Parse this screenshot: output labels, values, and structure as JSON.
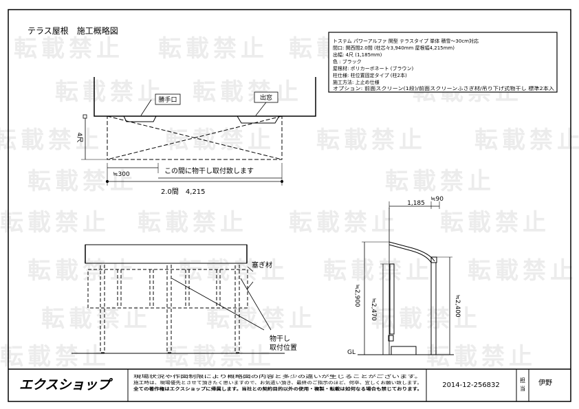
{
  "drawing_title": "テラス屋根　施工概略図",
  "watermark": "転載禁止",
  "spec": [
    "トステム パワーアルファ 関型 テラスタイプ 単体 積雪～30cm対応",
    "間口: 関西間2.0間 (柱芯々3,940mm 屋根幅4,215mm)",
    "出幅: 4尺 (1,185mm)",
    "色 : ブラック",
    "屋根材: ポリカーボネート (ブラウン)",
    "柱仕様: 柱位置固定タイプ (柱2本)",
    "施工方法: 上止め仕様",
    "オプション: 前面スクリーン(1段)/前面スクリーンふさぎ材/吊り下げ式物干し 標準2本入"
  ],
  "plan": {
    "door_label": "勝手口",
    "window_label": "出窓",
    "depth_label": "4尺",
    "offset_label": "≒300",
    "dryer_note": "この間に物干し取付致します",
    "width_label": "2.0間　4,215"
  },
  "front": {
    "closer_label": "塞ぎ材",
    "dryer_pos_label_1": "物干し",
    "dryer_pos_label_2": "取付位置"
  },
  "side": {
    "depth_label": "1,185",
    "eave_label": "≒90",
    "total_height_label": "≒2,900",
    "mid_height_label": "≒2,470",
    "front_height_label": "≒2,400",
    "ground_label": "GL"
  },
  "footer": {
    "logo": "エクスショップ",
    "note_1": "現場状況や作図制限により概略図の内容と多少の違いが生じることがございます。",
    "note_2": "施工時は、現場優先とさせて頂きたく思いますので、お気遣い頂き、最終のご指示のほど、何卒、宜しくお願い致します。",
    "note_3": "全ての著作権はエクスショップに帰属します。当社との契約目的以外の使用・複製・転載は如何なる場合も禁じております。",
    "doc_number": "2014-12-256832",
    "tantou_1": "担",
    "tantou_2": "当",
    "person": "伊野"
  }
}
